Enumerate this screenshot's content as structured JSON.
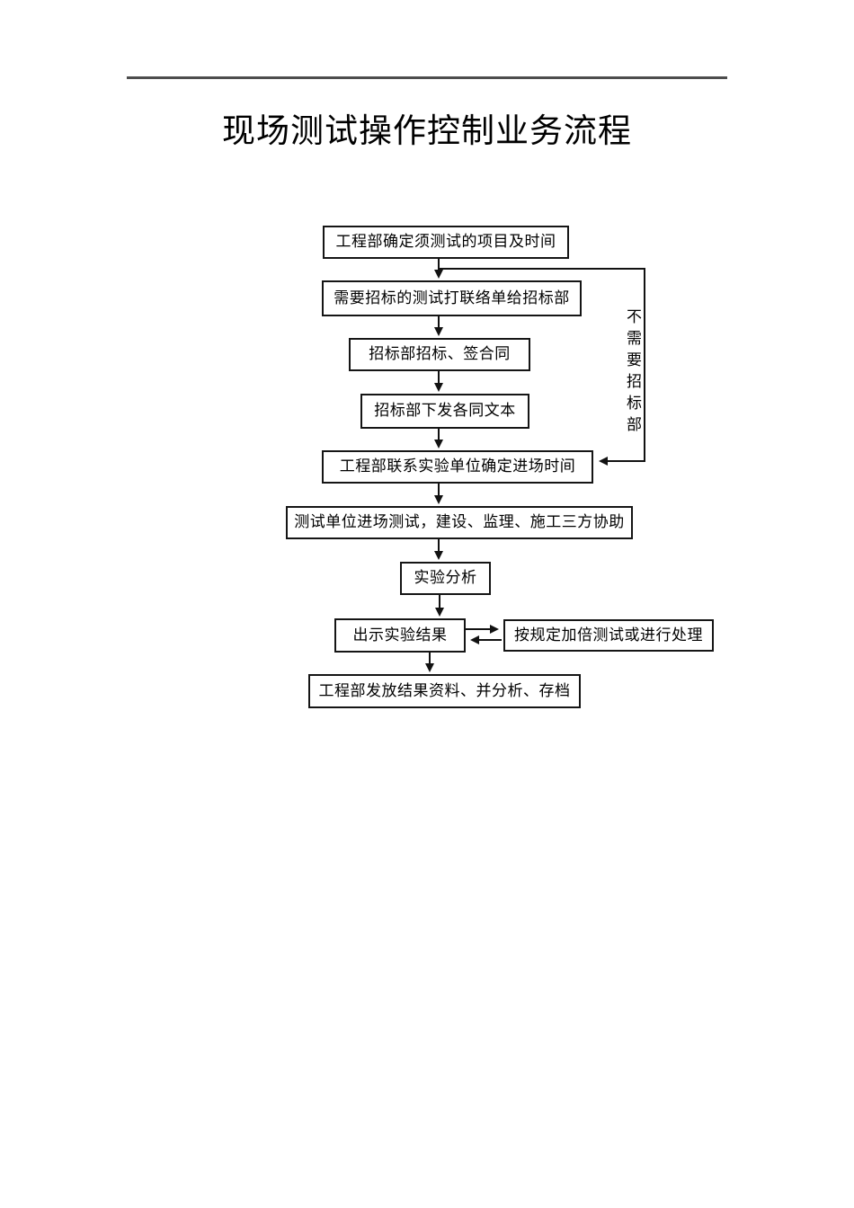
{
  "page": {
    "title": "现场测试操作控制业务流程"
  },
  "flowchart": {
    "nodes": [
      {
        "id": "determine-test-items",
        "label": "工程部确定须测试的项目及时间"
      },
      {
        "id": "send-liaison-sheet",
        "label": "需要招标的测试打联络单给招标部"
      },
      {
        "id": "bid-and-sign",
        "label": "招标部招标、签合同"
      },
      {
        "id": "issue-contract-text",
        "label": "招标部下发各同文本"
      },
      {
        "id": "contact-lab-schedule",
        "label": "工程部联系实验单位确定进场时间"
      },
      {
        "id": "onsite-testing",
        "label": "测试单位进场测试，建设、监理、施工三方协助"
      },
      {
        "id": "lab-analysis",
        "label": "实验分析"
      },
      {
        "id": "show-results",
        "label": "出示实验结果"
      },
      {
        "id": "retest-or-handle",
        "label": "按规定加倍测试或进行处理"
      },
      {
        "id": "distribute-archive",
        "label": "工程部发放结果资料、并分析、存档"
      }
    ],
    "branch_label": "不需要招标部",
    "line_color": "#121212",
    "divider_color": "#4d4d4d"
  }
}
